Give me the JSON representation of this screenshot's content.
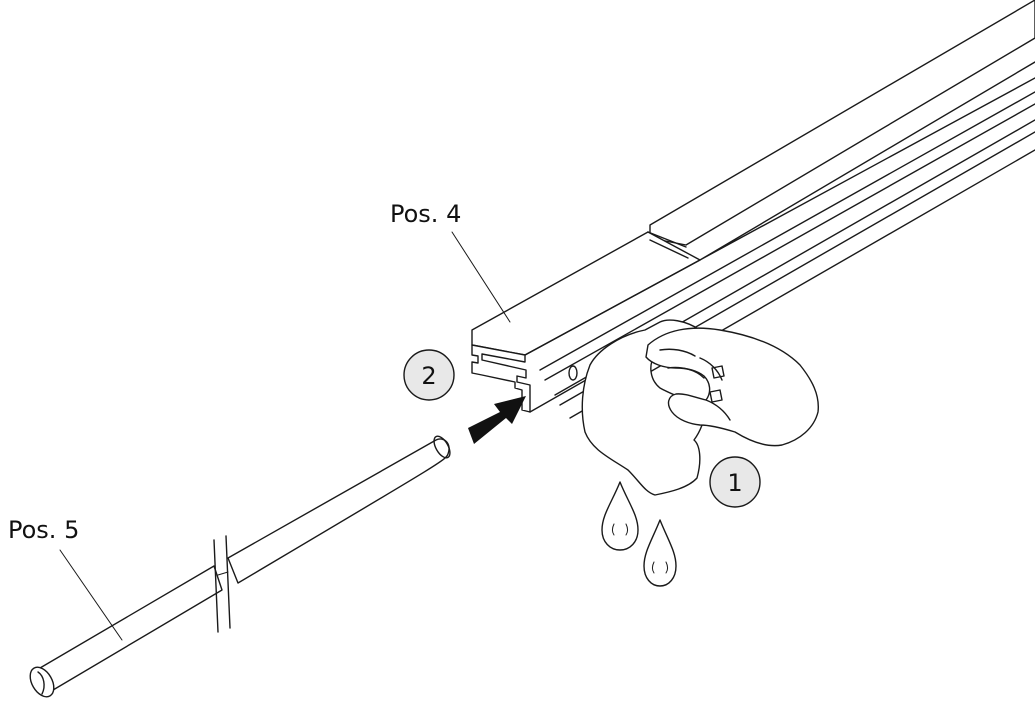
{
  "labels": {
    "pos4": "Pos. 4",
    "pos5": "Pos. 5"
  },
  "steps": {
    "step1": "1",
    "step2": "2"
  },
  "colors": {
    "line": "#1a1a1a",
    "arrow": "#111111",
    "badge_fill": "#e8e8e8",
    "background": "#ffffff"
  }
}
